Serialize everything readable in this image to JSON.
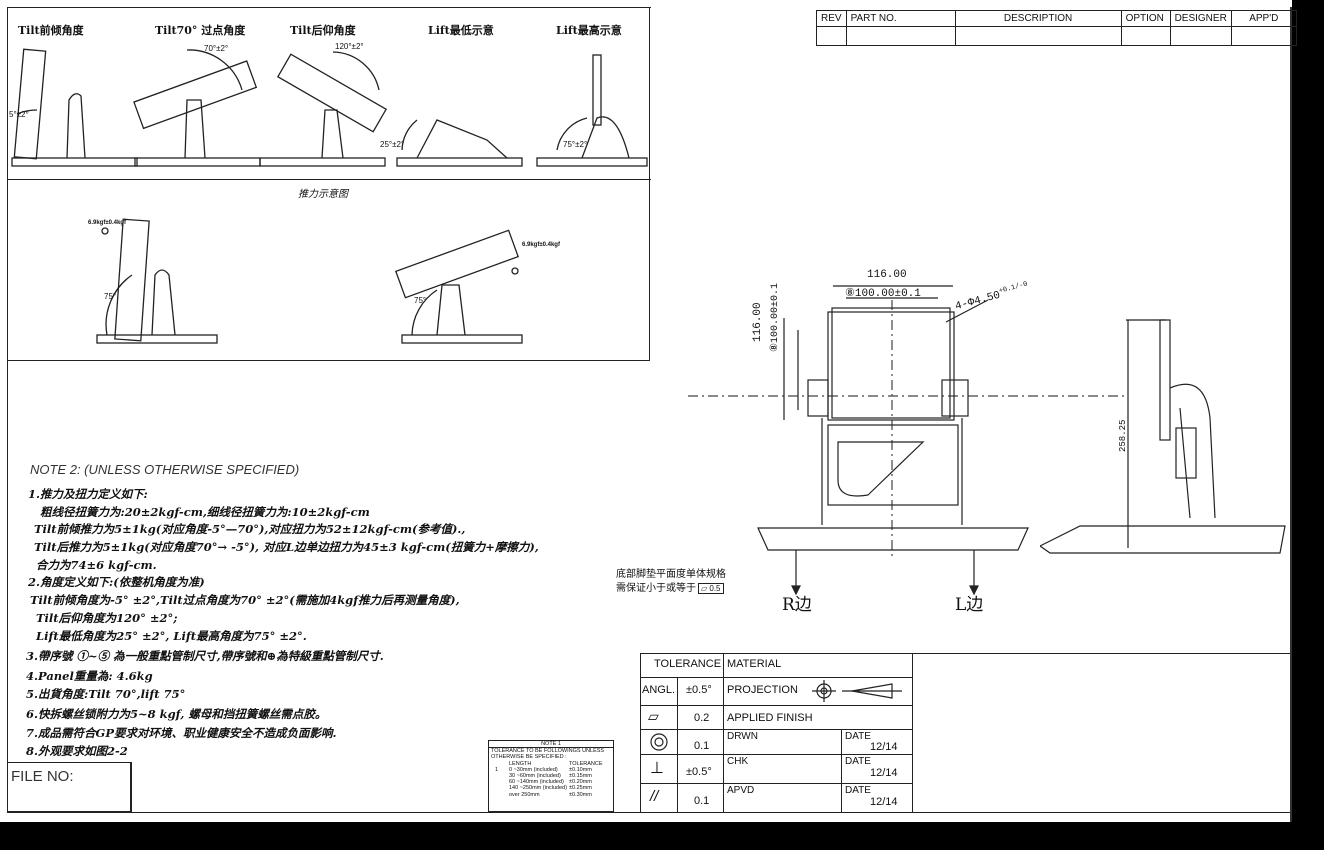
{
  "revision_table": {
    "headers": [
      "REV",
      "PART NO.",
      "DESCRIPTION",
      "OPTION",
      "DESIGNER",
      "APP'D"
    ]
  },
  "tilt_views": {
    "labels": [
      "Tilt前倾角度",
      "Tilt70° 过点角度",
      "Tilt后仰角度",
      "Lift最低示意",
      "Lift最高示意"
    ],
    "angles": [
      "5°±2°",
      "70°±2°",
      "120°±2°",
      "25°±2°",
      "75°±2°"
    ],
    "force_title": "推力示意图",
    "force_labels": [
      "6.9kgf±0.4kgf",
      "6.9kgf±0.4kgf"
    ],
    "force_angles": [
      "75°",
      "75°"
    ]
  },
  "front_view": {
    "dim_width_outer": "116.00",
    "dim_width_inner": "⑧100.00±0.1",
    "dim_height_outer": "116.00",
    "dim_height_inner": "⑧100.00±0.1",
    "hole_note": "4-Φ4.50",
    "hole_tol": "+0.1/-0",
    "label_r": "R边",
    "label_l": "L边",
    "foot_note_1": "底部脚垫平面度单体规格",
    "foot_note_2": "需保证小于或等于",
    "flatness_value": "0.5"
  },
  "side_view": {
    "height_dim": "258.25"
  },
  "notes": {
    "title": "NOTE 2: (UNLESS OTHERWISE SPECIFIED)",
    "lines": [
      "1.推力及扭力定义如下:",
      "粗线径扭簧力为:20±2kgf-cm,细线径扭簧力为:10±2kgf-cm",
      "Tilt前倾推力为5±1kg(对应角度-5°—70°),对应扭力为52±12kgf-cm(参考值).,",
      "Tilt后推力为5±1kg(对应角度70°→ -5°), 对应L边单边扭力为45±3 kgf-cm(扭簧力+摩擦力),",
      "合力为74±6 kgf-cm.",
      "2.角度定义如下:(依整机角度为准)",
      "Tilt前倾角度为-5° ±2°,Tilt过点角度为70° ±2°(需施加4kgf推力后再测量角度),",
      "Tilt后仰角度为120° ±2°;",
      "Lift最低角度为25° ±2°, Lift最高角度为75° ±2°.",
      "3.帶序號 ①~⑤ 為一般重點管制尺寸,帶序號和⊕為特級重點管制尺寸.",
      "4.Panel重量為: 4.6kg",
      "5.出貨角度:Tilt 70°,lift 75°",
      "6.快拆螺丝锁附力为5~8 kgf, 螺母和挡扭簧螺丝需点胶。",
      "7.成品需符合GP要求对环境、职业健康安全不造成负面影响.",
      "8.外观要求如图2-2"
    ]
  },
  "file_no": {
    "label": "FILE NO:"
  },
  "note1": {
    "title": "NOTE 1",
    "line1": "TOLERANCE TO BE FOLLOWINGS UNLESS",
    "line2": "OTHERWISE BE SPECIFIED :",
    "head_len": "LENGTH",
    "head_tol": "TOLERANCE",
    "index": "1",
    "rows": [
      {
        "len": "0 ~30mm (included)",
        "tol": "±0.10mm"
      },
      {
        "len": "30 ~60mm (included)",
        "tol": "±0.15mm"
      },
      {
        "len": "60 ~140mm (included)",
        "tol": "±0.20mm"
      },
      {
        "len": "140 ~250mm (included)",
        "tol": "±0.25mm"
      },
      {
        "len": "over 250mm",
        "tol": "±0.30mm"
      }
    ]
  },
  "title_block": {
    "tolerance": "TOLERANCE",
    "material": "MATERIAL",
    "angl": "ANGL.",
    "angl_val": "±0.5°",
    "projection": "PROJECTION",
    "flat_val": "0.2",
    "applied_finish": "APPLIED FINISH",
    "circle_val": "0.1",
    "drwn": "DRWN",
    "perp_val": "±0.5°",
    "chk": "CHK",
    "par_val": "0.1",
    "apvd": "APVD",
    "date": "DATE",
    "date_val": "12/14"
  }
}
